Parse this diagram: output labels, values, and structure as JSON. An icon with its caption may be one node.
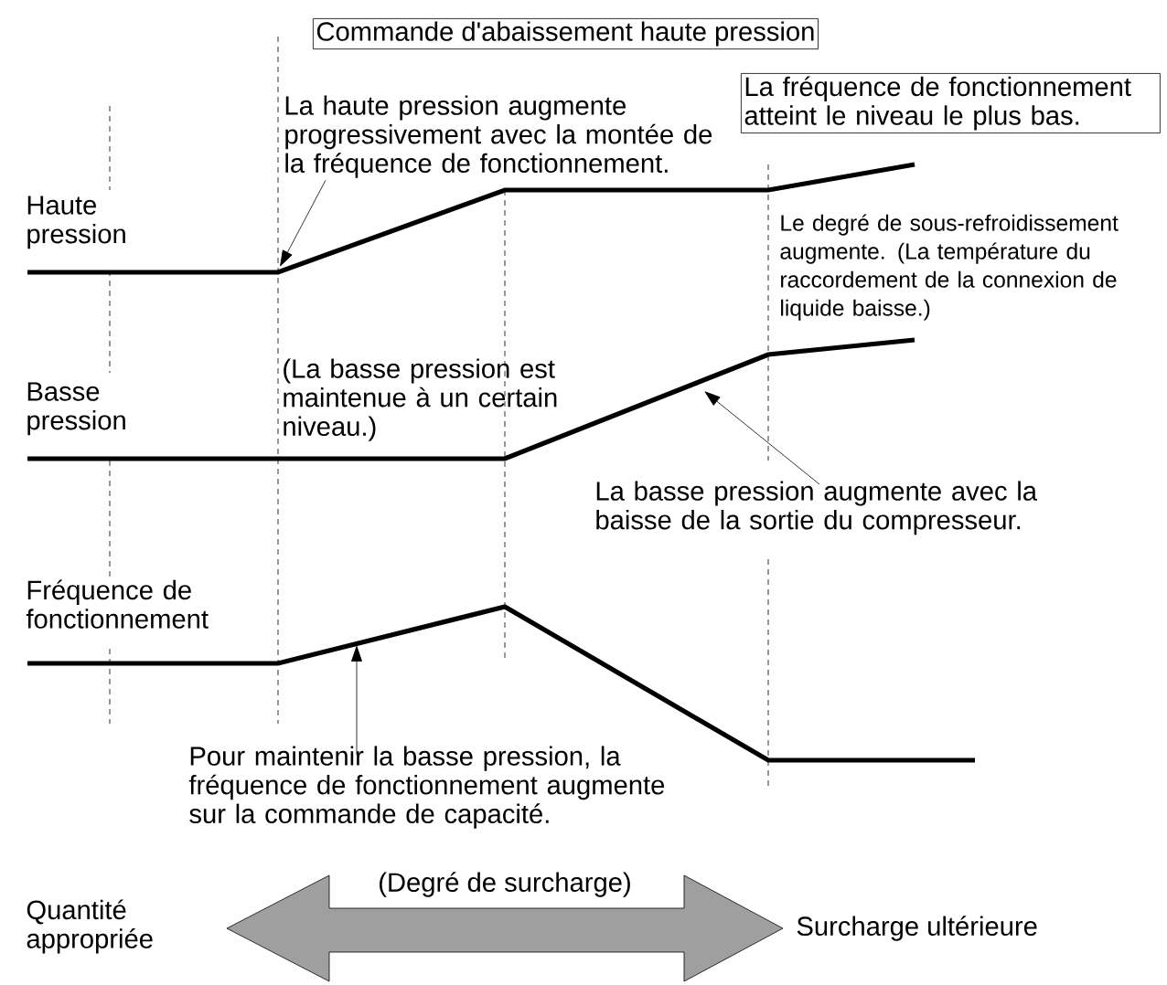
{
  "diagram": {
    "nodes": [
      {
        "text": [
          "Commande d'abaissement haute pression"
        ]
      },
      {
        "text": [
          "La fréquence de fonctionnement atteint le niveau le plus bas."
        ]
      },
      {
        "text": [
          "La haute pression augmente progressivement avec la montée de la fréquence de fonctionnement."
        ]
      },
      {
        "text": [
          "La basse pression augmente avec la baisse de la sortie du compresseur."
        ]
      },
      {
        "text": [
          "Pour maintenir la basse pression, la fréquence de fonctionnement augmente sur la commande de capacité."
        ]
      },
      {
        "text": [
          "(Degré de surcharge)"
        ],
        "beside": [
          "Quantité appropriée",
          "Surcharge ultérieure"
        ]
      },
      {
        "text": [],
        "shape": "line"
      },
      {
        "text": [],
        "shape": "line"
      },
      {
        "text": [],
        "shape": "line"
      }
    ],
    "edges": [
      {
        "from": 2,
        "to": 6,
        "arrow": "to"
      },
      {
        "from": 3,
        "to": 7,
        "arrow": "to"
      },
      {
        "from": 4,
        "to": 8,
        "arrow": "to"
      }
    ],
    "labels": [
      "Haute pression",
      "Basse pression",
      "(La basse pression est maintenue à un certain niveau.)",
      "Le degré de sous-refroidissement augmente. (La température du raccordement de la connexion de liquide baisse.)",
      "Fréquence de fonctionnement"
    ]
  }
}
